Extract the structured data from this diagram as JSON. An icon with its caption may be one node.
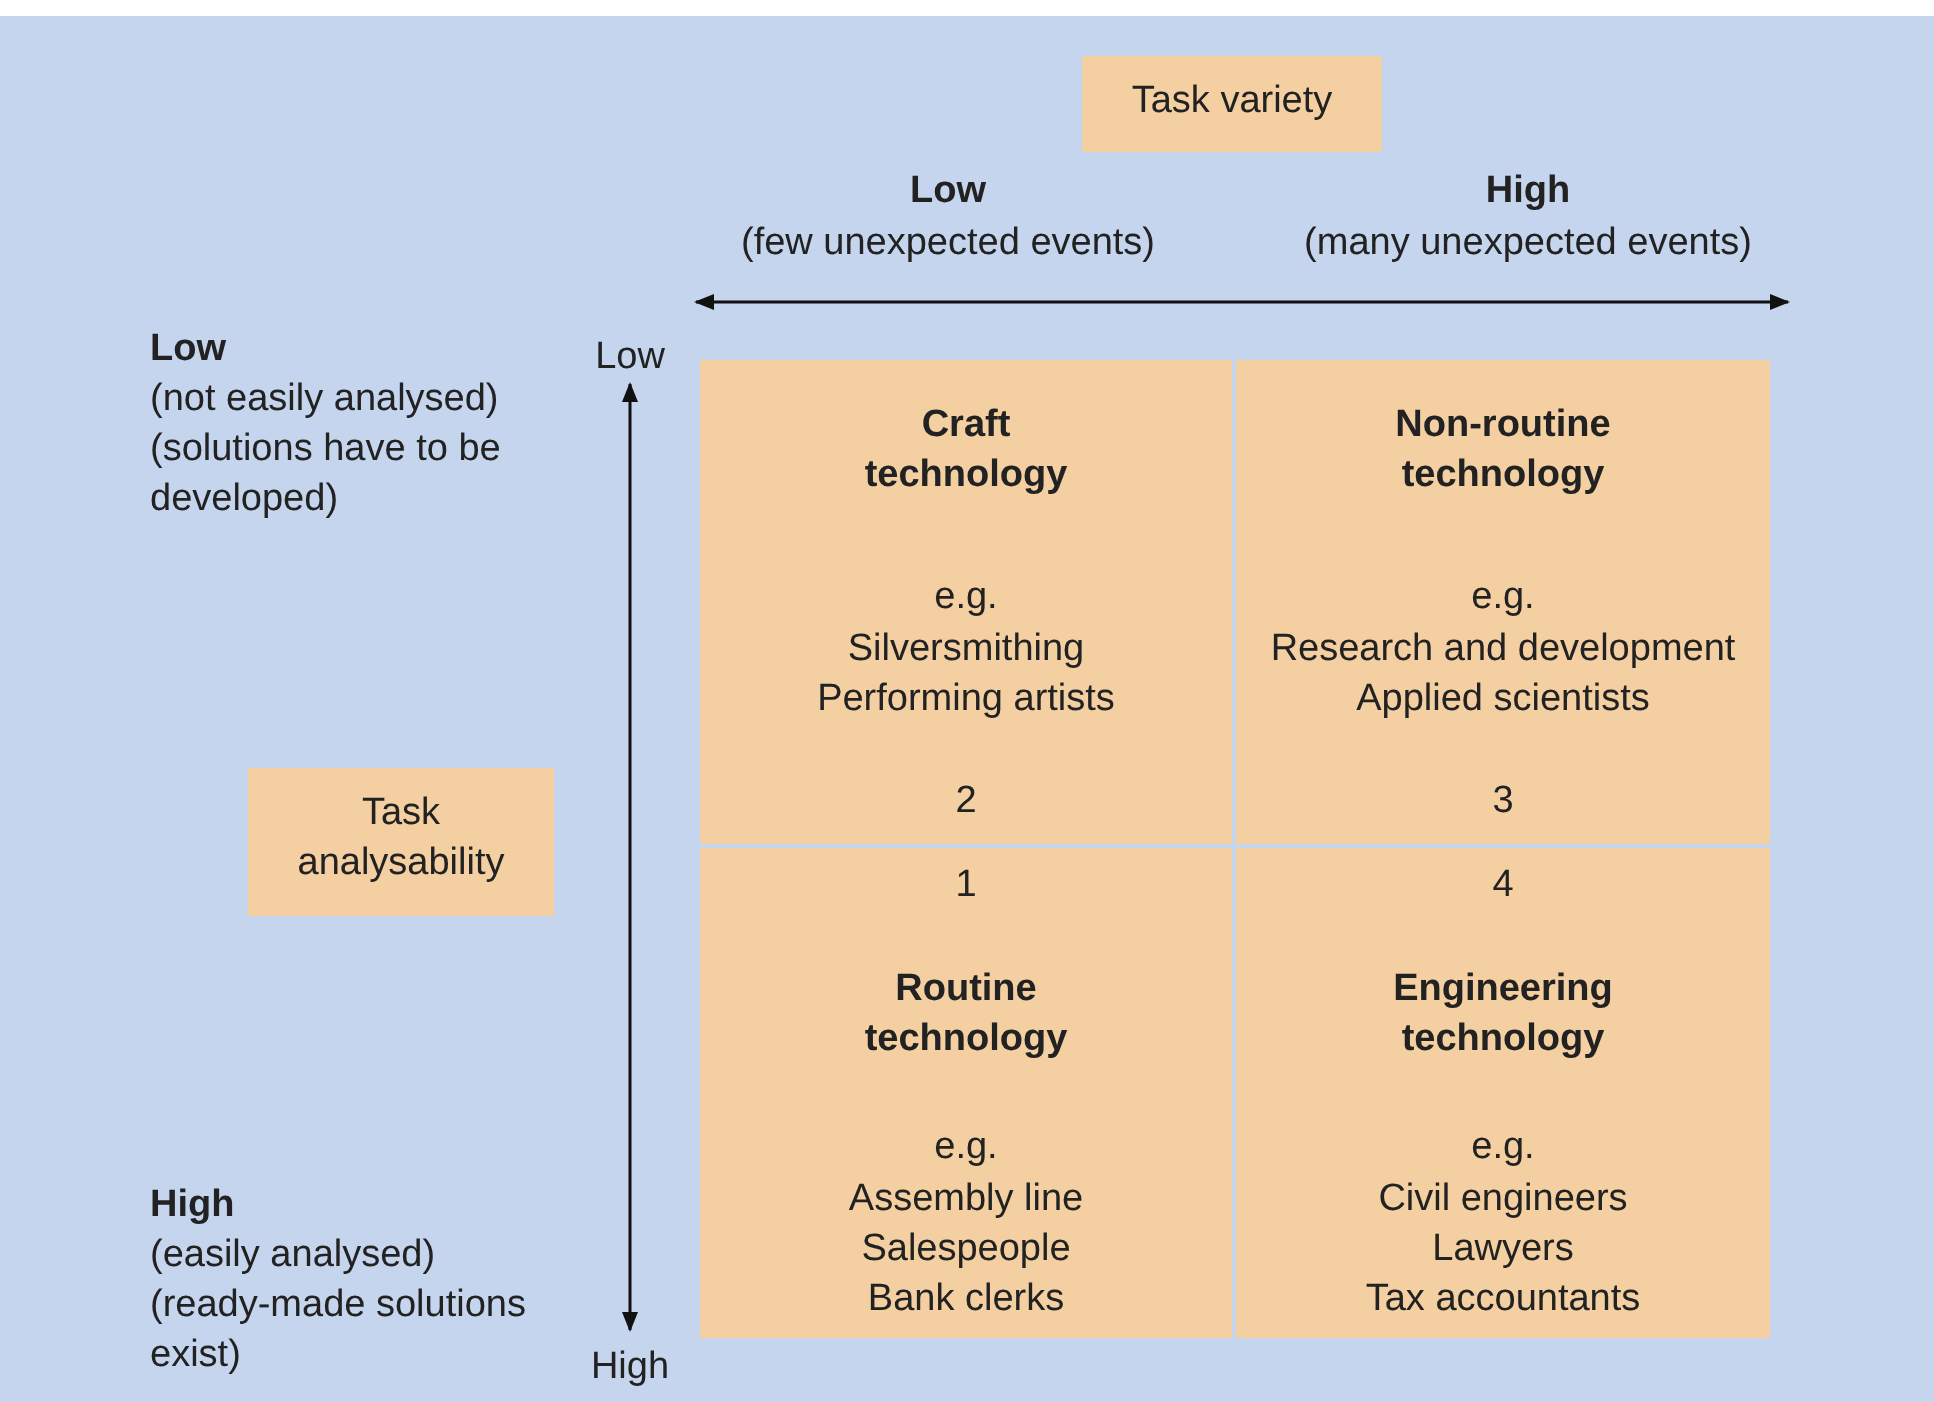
{
  "diagram": {
    "nodes": [
      {
        "text": [
          "Task variety"
        ]
      },
      {
        "text": [
          "Task analysability"
        ]
      },
      {
        "text": [
          "Craft technology",
          "e.g.",
          "Silversmithing",
          "Performing artists",
          "2"
        ]
      },
      {
        "text": [
          "Non-routine technology",
          "e.g.",
          "Research and development",
          "Applied scientists",
          "3"
        ]
      },
      {
        "text": [
          "1",
          "Routine technology",
          "e.g.",
          "Assembly line",
          "Salespeople",
          "Bank clerks"
        ]
      },
      {
        "text": [
          "4",
          "Engineering technology",
          "e.g.",
          "Civil engineers",
          "Lawyers",
          "Tax accountants"
        ]
      }
    ],
    "edges": [],
    "labels": [
      "Low",
      "(few unexpected events)",
      "High",
      "(many unexpected events)",
      "Low",
      "Low",
      "(not easily analysed)",
      "(solutions have to be developed)",
      "High",
      "(easily analysed)",
      "(ready-made solutions exist)",
      "High"
    ]
  }
}
